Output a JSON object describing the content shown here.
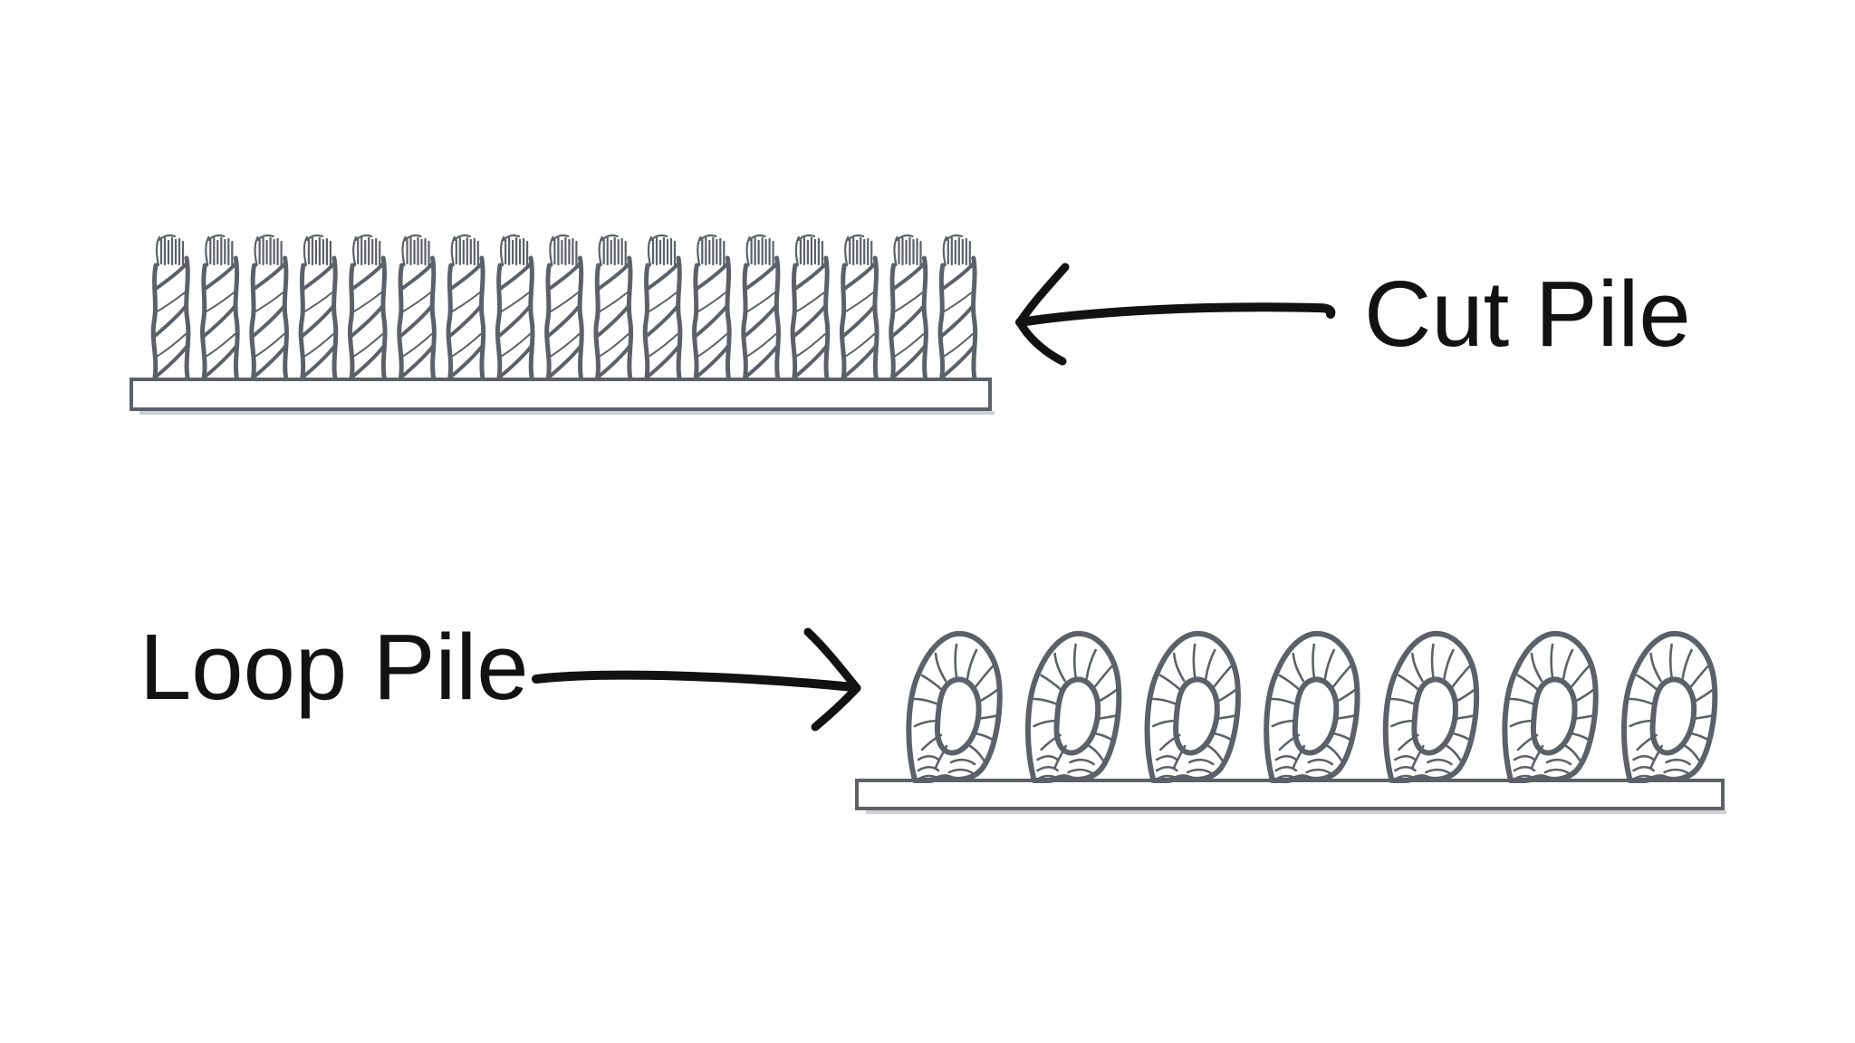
{
  "diagram": {
    "cut_pile": {
      "label": "Cut Pile",
      "tuft_count": 17
    },
    "loop_pile": {
      "label": "Loop Pile",
      "loop_count": 7
    }
  },
  "icons": {
    "cut_arrow": "hand-drawn-arrow-left",
    "loop_arrow": "hand-drawn-arrow-right"
  },
  "colors": {
    "background": "#ffffff",
    "yarn": "#5c6169",
    "base_fill": "#ffffff",
    "shadow": "#cdd0d5",
    "ink": "#121212"
  }
}
